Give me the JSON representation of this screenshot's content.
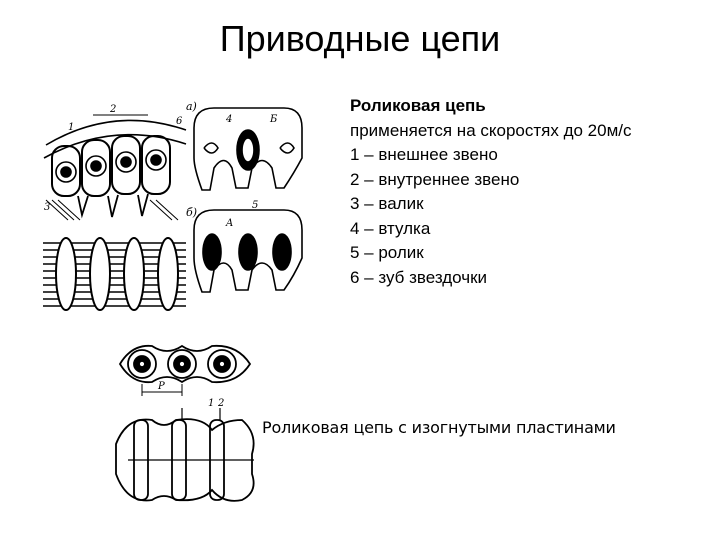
{
  "slide": {
    "title": "Приводные цепи",
    "description": {
      "heading": "Роликовая цепь",
      "lines": [
        "применяется на скоростях до 20м/с",
        "1 – внешнее звено",
        "2 – внутреннее звено",
        "3 – валик",
        "4 – втулка",
        "5 – ролик",
        "6 – зуб звездочки"
      ]
    },
    "caption": "Роликовая цепь с изогнутыми пластинами",
    "figure_labels": {
      "a": "а)",
      "b": "б)",
      "d1": "1",
      "d2": "2",
      "d3": "3",
      "d4": "4",
      "d5": "5",
      "d6": "6",
      "pitch": "P",
      "A": "A",
      "B": "Б",
      "bent1": "1",
      "bent2": "2"
    }
  }
}
